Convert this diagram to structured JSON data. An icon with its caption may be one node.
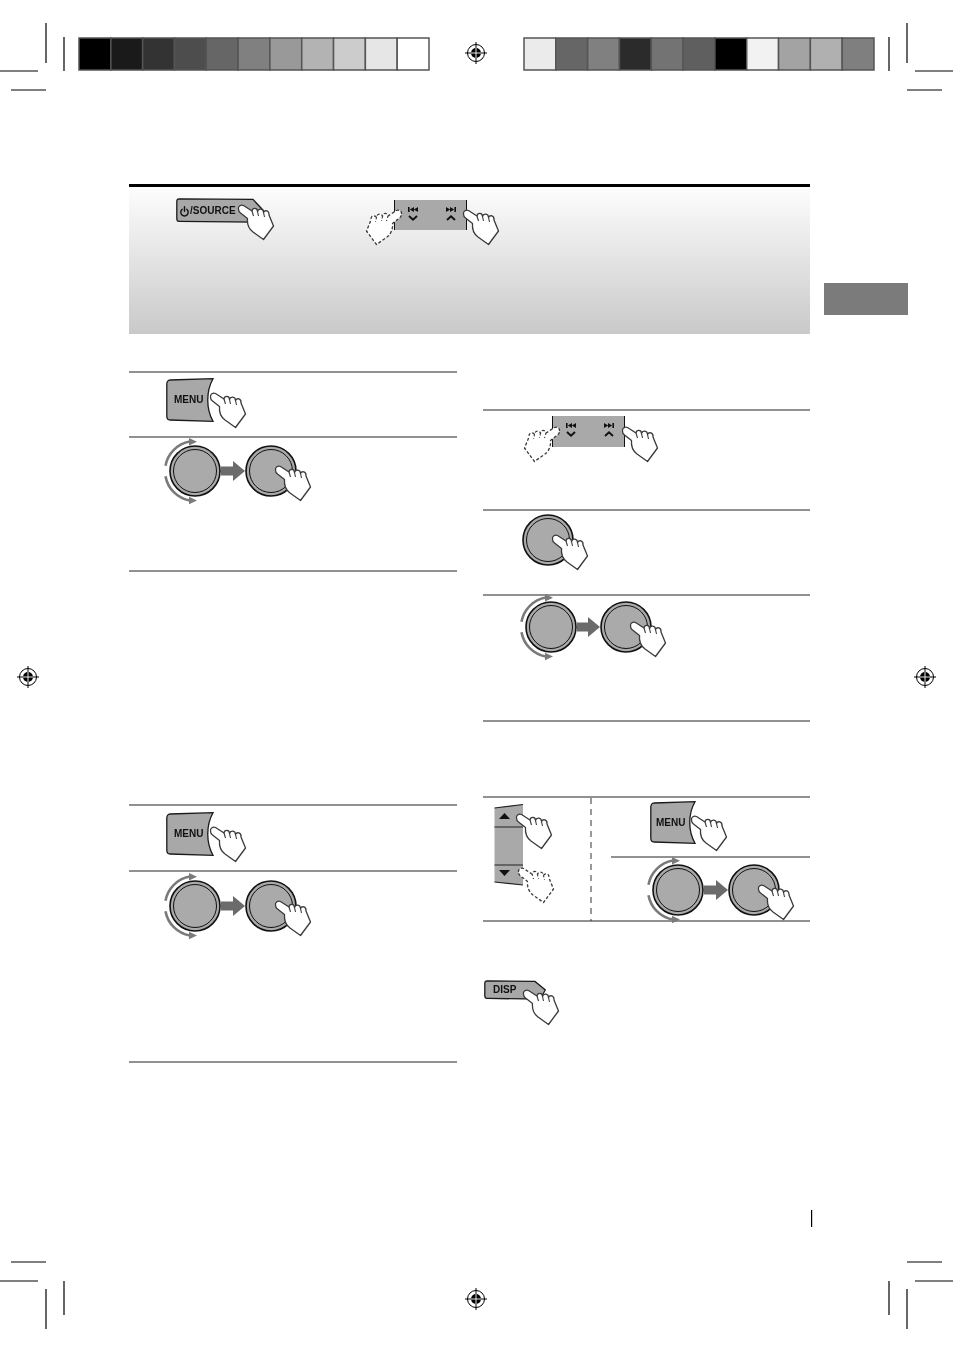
{
  "diagram": {
    "nodes": [
      {
        "text": [
          "/SOURCE"
        ]
      },
      {
        "text": [],
        "shape": "box"
      },
      {
        "text": [
          "MENU"
        ]
      },
      {
        "text": [],
        "shape": "circle"
      },
      {
        "text": [],
        "shape": "circle"
      },
      {
        "text": [
          "MENU"
        ]
      },
      {
        "text": [],
        "shape": "circle"
      },
      {
        "text": [],
        "shape": "circle"
      },
      {
        "text": [],
        "shape": "circle"
      },
      {
        "text": [],
        "shape": "circle"
      },
      {
        "text": [],
        "shape": "circle"
      },
      {
        "text": [
          "MENU"
        ]
      },
      {
        "text": [],
        "shape": "circle"
      },
      {
        "text": [],
        "shape": "circle"
      },
      {
        "text": [
          "DISP"
        ]
      }
    ],
    "edges": [
      {
        "from": 3,
        "to": 4,
        "arrow": "to"
      },
      {
        "from": 6,
        "to": 7,
        "arrow": "to"
      },
      {
        "from": 9,
        "to": 10,
        "arrow": "to"
      },
      {
        "from": 12,
        "to": 13,
        "arrow": "to"
      }
    ]
  }
}
